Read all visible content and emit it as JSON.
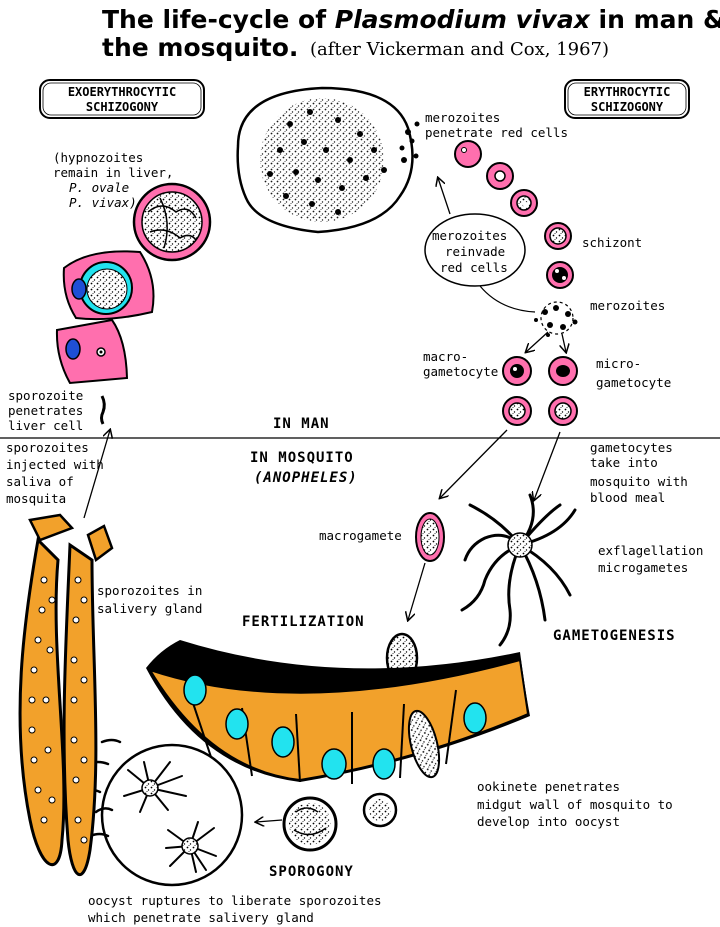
{
  "title": {
    "line1_prefix": "The life-cycle of ",
    "line1_species": "Plasmodium vivax",
    "line1_suffix": " in man &",
    "line2": "the mosquito.",
    "credit": "(after Vickerman and Cox, 1967)"
  },
  "boxes": {
    "exo_line1": "EXOERYTHROCYTIC",
    "exo_line2": "SCHIZOGONY",
    "ery_line1": "ERYTHROCYTIC",
    "ery_line2": "SCHIZOGONY"
  },
  "regions": {
    "in_man": "IN MAN",
    "in_mosquito": "IN MOSQUITO",
    "anopheles": "(ANOPHELES)"
  },
  "stages": {
    "fertilization": "FERTILIZATION",
    "gametogenesis": "GAMETOGENESIS",
    "sporogony": "SPOROGONY"
  },
  "labels": {
    "hypno_1": "(hypnozoites",
    "hypno_2": "remain in liver,",
    "hypno_3": "P. ovale",
    "hypno_4": "P. vivax)",
    "merozoites_penetrate_1": "merozoites",
    "merozoites_penetrate_2": "penetrate red cells",
    "reinvade_1": "merozoites",
    "reinvade_2": "reinvade",
    "reinvade_3": "red cells",
    "schizont": "schizont",
    "merozoites": "merozoites",
    "macro_1": "macro-",
    "macro_2": "gametocyte",
    "micro_1": "micro-",
    "micro_2": "gametocyte",
    "sporozoite_liver_1": "sporozoite",
    "sporozoite_liver_2": "penetrates",
    "sporozoite_liver_3": "liver cell",
    "injected_1": "sporozoites",
    "injected_2": "injected with",
    "injected_3": "saliva of",
    "injected_4": "mosquita",
    "gametocytes_take_1": "gametocytes",
    "gametocytes_take_2": "take into",
    "gametocytes_take_3": "mosquito with",
    "gametocytes_take_4": "blood meal",
    "macrogamete": "macrogamete",
    "exflag_1": "exflagellation",
    "exflag_2": "microgametes",
    "salivary_1": "sporozoites in",
    "salivary_2": "salivery gland",
    "ookinete": "ookinete",
    "ookinete_pen_1": "ookinete penetrates",
    "ookinete_pen_2": "midgut wall of mosquito to",
    "ookinete_pen_3": "develop into oocyst",
    "oocyst_1": "oocyst ruptures to liberate sporozoites",
    "oocyst_2": "which penetrate salivery gland"
  },
  "colors": {
    "liver_cell_pink": "#ff6fae",
    "red_cell_pink": "#ff6fae",
    "gut_orange": "#f2a12b",
    "nucleus_cyan": "#22e3ef",
    "nucleus_blue": "#1f4fd6",
    "outline": "#000000"
  }
}
